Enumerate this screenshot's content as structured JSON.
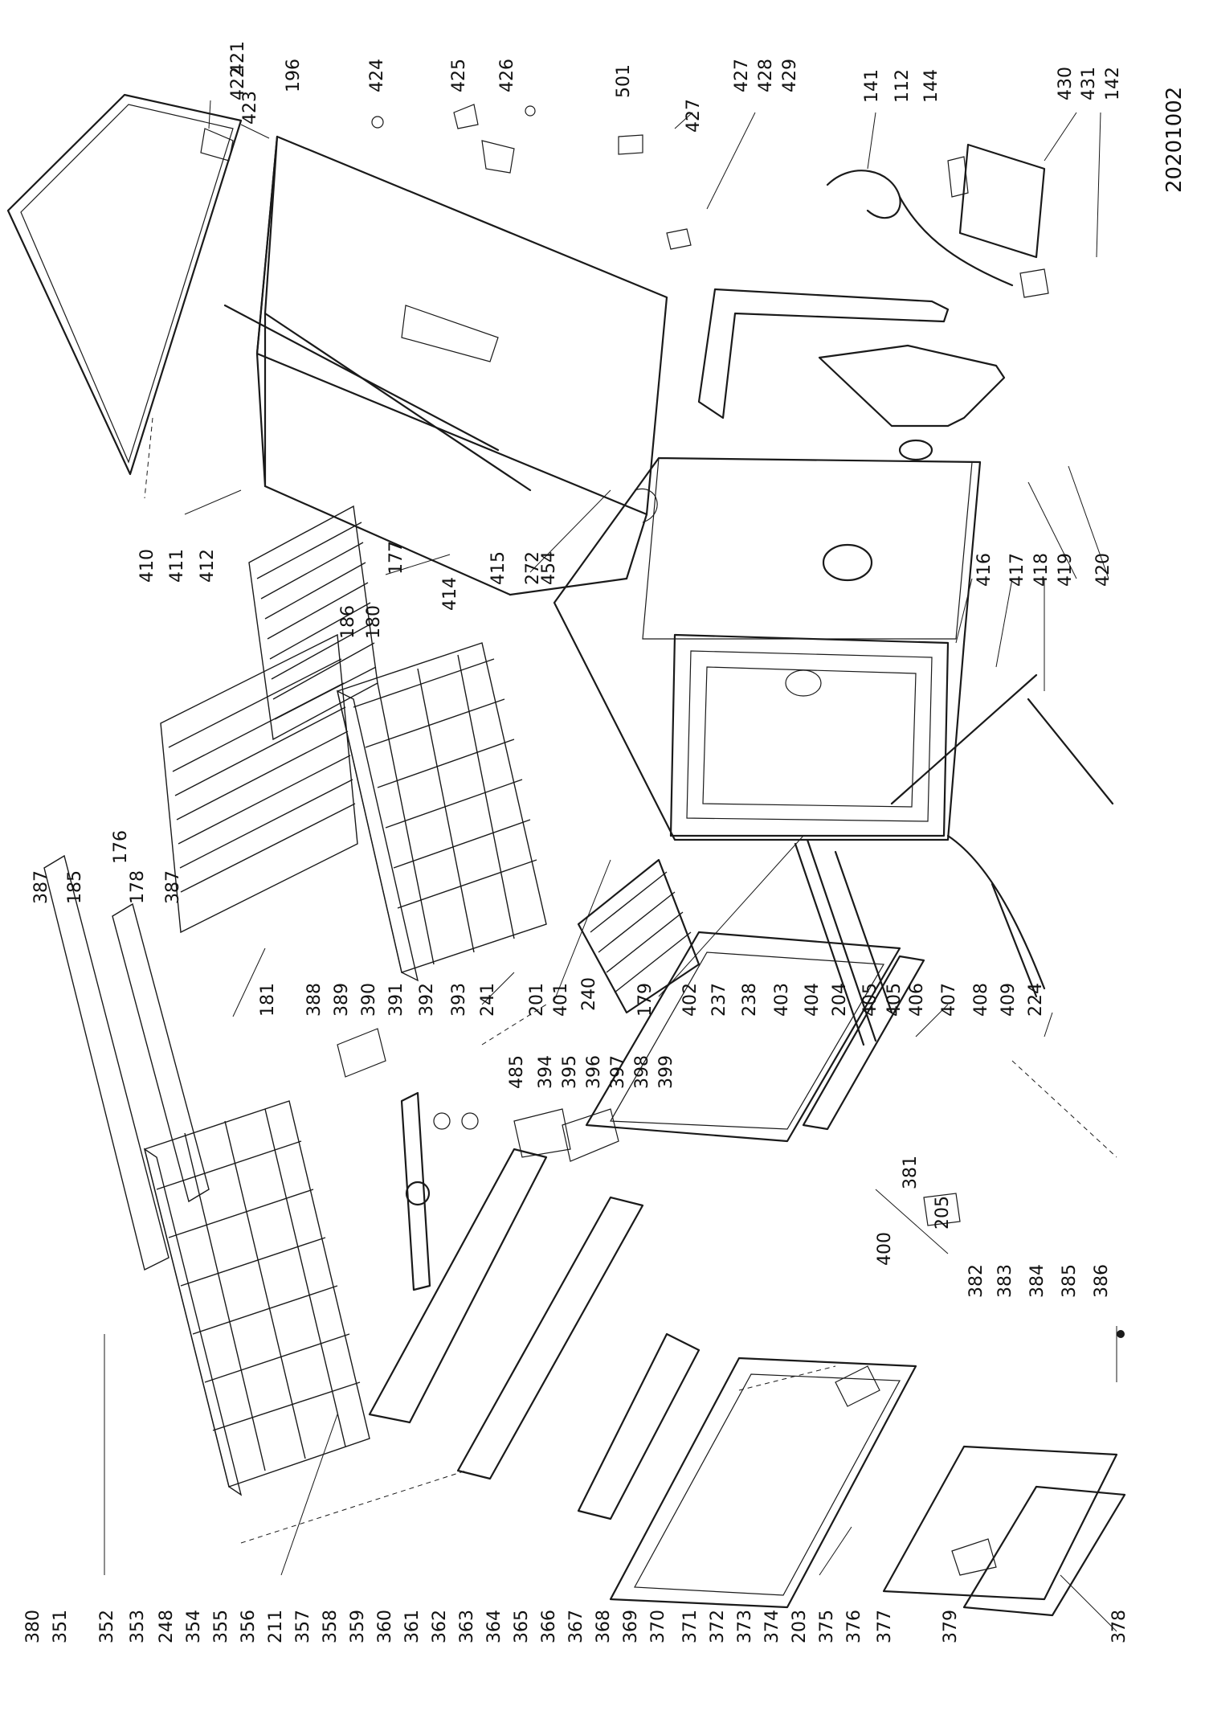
{
  "diagram_id": "20201002",
  "part_numbers": [
    "421",
    "422",
    "423",
    "196",
    "424",
    "425",
    "426",
    "501",
    "427",
    "427",
    "428",
    "429",
    "141",
    "112",
    "144",
    "430",
    "431",
    "142",
    "410",
    "411",
    "412",
    "177",
    "186",
    "180",
    "415",
    "414",
    "272",
    "454",
    "416",
    "417",
    "418",
    "419",
    "420",
    "176",
    "387",
    "185",
    "178",
    "387",
    "181",
    "388",
    "389",
    "390",
    "391",
    "392",
    "393",
    "241",
    "201",
    "401",
    "240",
    "179",
    "402",
    "237",
    "238",
    "403",
    "404",
    "204",
    "405",
    "405",
    "406",
    "407",
    "408",
    "409",
    "224",
    "485",
    "394",
    "395",
    "396",
    "397",
    "398",
    "399",
    "400",
    "381",
    "205",
    "382",
    "383",
    "384",
    "385",
    "386",
    "380",
    "351",
    "352",
    "353",
    "248",
    "354",
    "355",
    "356",
    "211",
    "357",
    "358",
    "359",
    "360",
    "361",
    "362",
    "363",
    "364",
    "365",
    "366",
    "367",
    "368",
    "369",
    "370",
    "371",
    "372",
    "373",
    "374",
    "203",
    "375",
    "376",
    "377",
    "379",
    "378"
  ]
}
